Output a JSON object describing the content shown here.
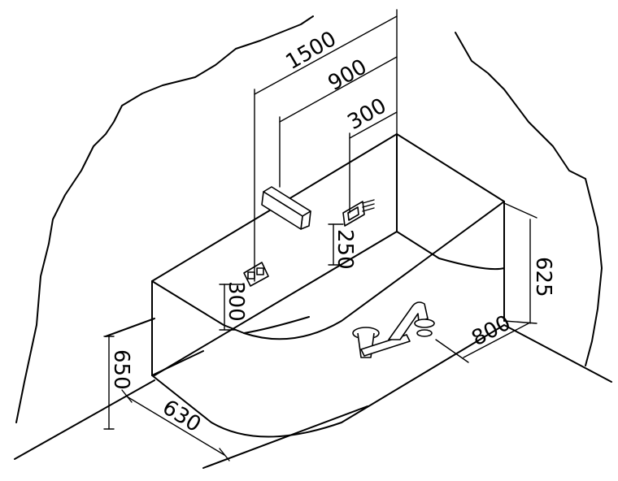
{
  "dimensions": {
    "width_total": "1500",
    "spout_offset": "900",
    "handle_offset": "300",
    "handle_height": "250",
    "mixer_height": "300",
    "tub_height": "650",
    "tub_depth": "630",
    "wall_height": "625",
    "tub_width": "800"
  }
}
